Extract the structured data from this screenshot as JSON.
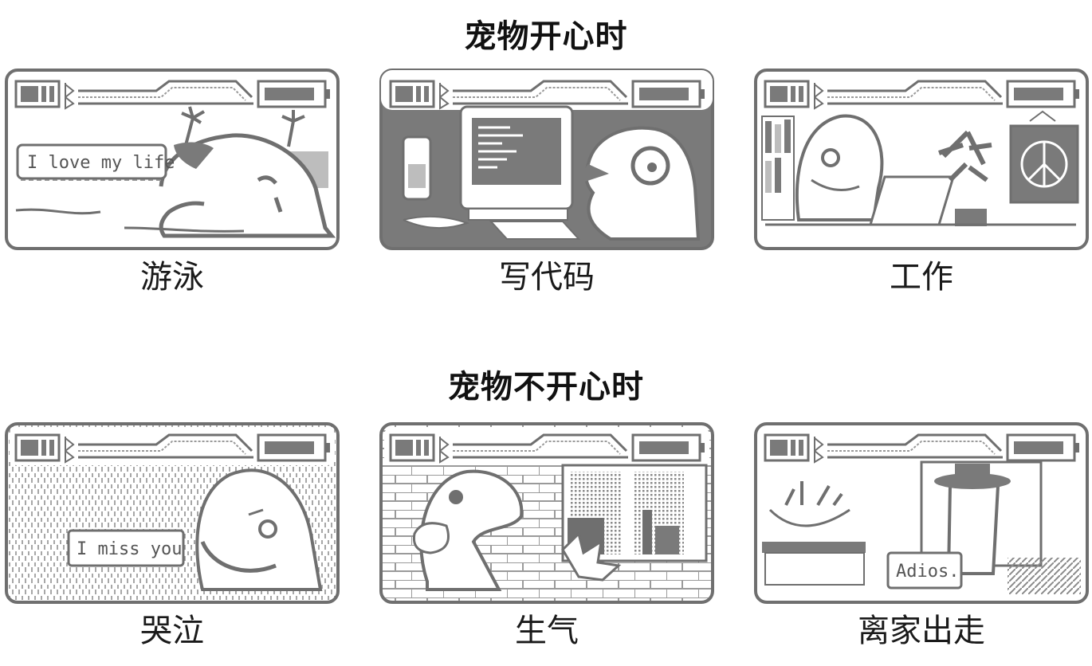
{
  "sections": [
    {
      "title": "宠物开心时",
      "cards": [
        {
          "caption": "游泳",
          "bubble": "I love my life",
          "scene": "swim"
        },
        {
          "caption": "写代码",
          "bubble": "",
          "scene": "code"
        },
        {
          "caption": "工作",
          "bubble": "",
          "scene": "work"
        }
      ]
    },
    {
      "title": "宠物不开心时",
      "cards": [
        {
          "caption": "哭泣",
          "bubble": "I miss you",
          "scene": "cry"
        },
        {
          "caption": "生气",
          "bubble": "",
          "scene": "angry"
        },
        {
          "caption": "离家出走",
          "bubble": "Adios.",
          "scene": "leave"
        }
      ]
    }
  ],
  "colors": {
    "line": "#6f6f6f",
    "dark": "#7a7a7a",
    "light": "#bdbdbd",
    "bg": "#ffffff"
  },
  "icons": [
    "sim-card-icon",
    "bluetooth-icon",
    "battery-icon",
    "dolphin-icon"
  ]
}
